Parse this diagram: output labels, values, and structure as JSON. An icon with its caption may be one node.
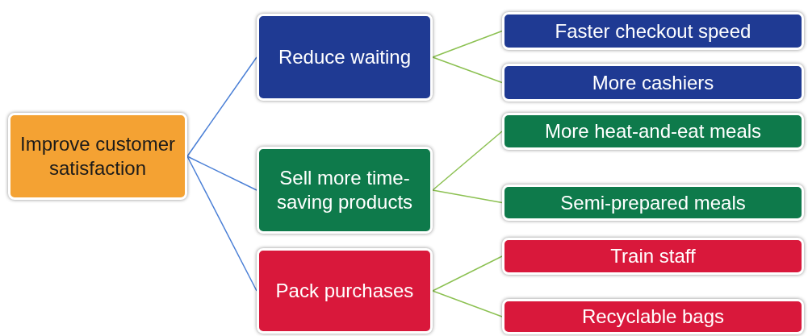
{
  "diagram": {
    "nodes": [
      {
        "text": [
          "Improve customer satisfaction"
        ]
      },
      {
        "text": [
          "Reduce waiting"
        ]
      },
      {
        "text": [
          "Faster checkout speed"
        ]
      },
      {
        "text": [
          "More cashiers"
        ]
      },
      {
        "text": [
          "Sell more time-saving products"
        ]
      },
      {
        "text": [
          "More heat-and-eat meals"
        ]
      },
      {
        "text": [
          "Semi-prepared meals"
        ]
      },
      {
        "text": [
          "Pack purchases"
        ]
      },
      {
        "text": [
          "Train staff"
        ]
      },
      {
        "text": [
          "Recyclable bags"
        ]
      }
    ],
    "edges": [
      {
        "from": 0,
        "to": 1,
        "arrow": "none",
        "color": "#4a7fd6"
      },
      {
        "from": 0,
        "to": 4,
        "arrow": "none",
        "color": "#4a7fd6"
      },
      {
        "from": 0,
        "to": 7,
        "arrow": "none",
        "color": "#4a7fd6"
      },
      {
        "from": 1,
        "to": 2,
        "arrow": "none"
      },
      {
        "from": 1,
        "to": 3,
        "arrow": "none"
      },
      {
        "from": 4,
        "to": 5,
        "arrow": "none"
      },
      {
        "from": 4,
        "to": 6,
        "arrow": "none"
      },
      {
        "from": 7,
        "to": 8,
        "arrow": "none"
      },
      {
        "from": 7,
        "to": 9,
        "arrow": "none"
      }
    ]
  }
}
